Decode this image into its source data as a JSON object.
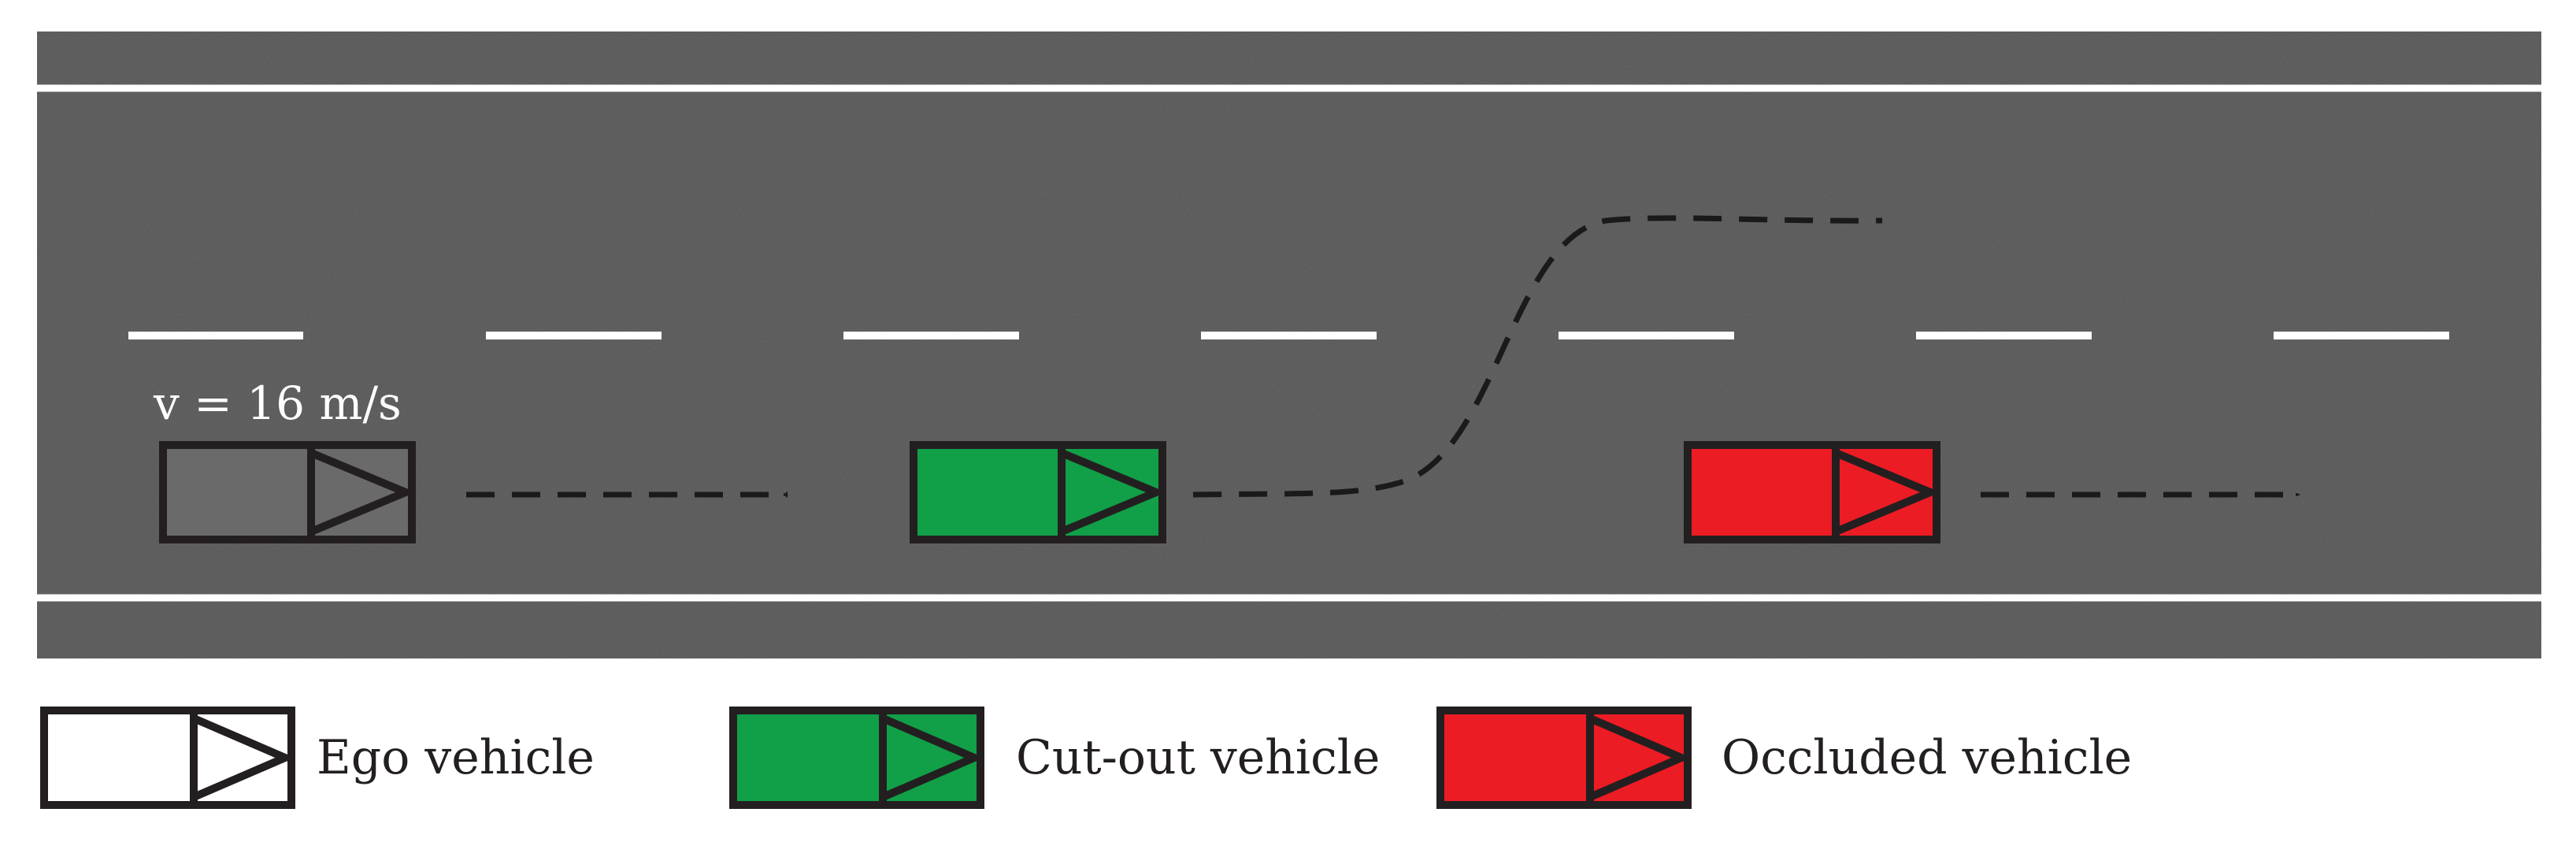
{
  "colors": {
    "road": "#6a6a6a",
    "lane_marking": "#ffffff",
    "outline": "#231f20",
    "arrow": "#1a1a1a",
    "ego_fill": "#6a6a6a",
    "ego_legend_fill": "#ffffff",
    "cutout_fill": "#119f48",
    "occluded_fill": "#ec1c24"
  },
  "scene": {
    "ego_speed_label": "v = 16 m/s",
    "vehicles": [
      {
        "role": "ego",
        "fill_key": "ego_fill"
      },
      {
        "role": "cut-out",
        "fill_key": "cutout_fill"
      },
      {
        "role": "occluded",
        "fill_key": "occluded_fill"
      }
    ]
  },
  "legend": [
    {
      "label": "Ego vehicle",
      "fill_key": "ego_legend_fill"
    },
    {
      "label": "Cut-out vehicle",
      "fill_key": "cutout_fill"
    },
    {
      "label": "Occluded vehicle",
      "fill_key": "occluded_fill"
    }
  ]
}
